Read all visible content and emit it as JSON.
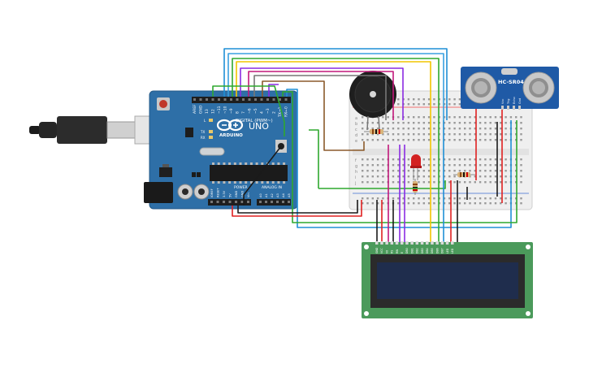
{
  "arduino": {
    "brand": "ARDUINO",
    "model": "UNO",
    "digital_label": "DIGITAL (PWM~)",
    "power_label": "POWER",
    "analog_label": "ANALOG IN",
    "led_labels": [
      "L",
      "TX",
      "RX"
    ],
    "digital_pins": [
      "AREF",
      "GND",
      "13",
      "12",
      "~11",
      "~10",
      "~9",
      "8",
      "7",
      "~6",
      "~5",
      "4",
      "~3",
      "2",
      "TX→1",
      "RX←0"
    ],
    "power_pins": [
      "IOREF",
      "RESET",
      "3.3V",
      "5V",
      "GND",
      "GND",
      "Vin"
    ],
    "analog_pins": [
      "A0",
      "A1",
      "A2",
      "A3",
      "A4",
      "A5"
    ]
  },
  "sensor": {
    "label": "HC-SR04",
    "pins": [
      "Vcc",
      "Trig",
      "Echo",
      "Gnd"
    ]
  },
  "lcd": {
    "pins": [
      "GND",
      "VCC",
      "V0",
      "RS",
      "RW",
      "E",
      "DB0",
      "DB1",
      "DB2",
      "DB3",
      "DB4",
      "DB5",
      "DB6",
      "DB7",
      "LED",
      "LED"
    ]
  },
  "breadboard": {
    "row_letters": [
      "a",
      "b",
      "c",
      "d",
      "e",
      "f",
      "g",
      "h",
      "i",
      "j"
    ]
  },
  "colors": {
    "board": "#2e6fa7",
    "wire_blue": "#1f8fd6",
    "wire_yellow": "#f2c500",
    "wire_purple": "#8a2be2",
    "wire_magenta": "#c2187b",
    "wire_green": "#2fa82f",
    "wire_red": "#e02020",
    "wire_black": "#1a1a1a",
    "wire_brown": "#8b5a2b",
    "lcd_pcb": "#4b9a5b",
    "lcd_screen": "#1f2d4d"
  }
}
